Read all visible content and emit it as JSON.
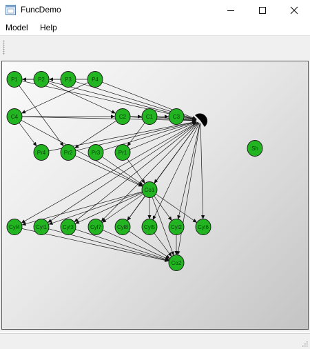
{
  "window": {
    "title": "FuncDemo",
    "icons": [
      "app-window-icon",
      "minimize-icon",
      "maximize-icon",
      "close-icon"
    ]
  },
  "menu": {
    "items": [
      {
        "label": "Model"
      },
      {
        "label": "Help"
      }
    ]
  },
  "graph": {
    "node_color": "#22b521",
    "nodes": [
      {
        "id": "P1",
        "label": "P1"
      },
      {
        "id": "P2",
        "label": "P2"
      },
      {
        "id": "P3",
        "label": "P3"
      },
      {
        "id": "P4",
        "label": "P4"
      },
      {
        "id": "C4",
        "label": "C4"
      },
      {
        "id": "C2",
        "label": "C2"
      },
      {
        "id": "C1",
        "label": "C1"
      },
      {
        "id": "C3",
        "label": "C3"
      },
      {
        "id": "Pr4",
        "label": "Pr4"
      },
      {
        "id": "Pr2",
        "label": "Pr2"
      },
      {
        "id": "Pr3",
        "label": "Pr3"
      },
      {
        "id": "Pr1",
        "label": "Pr1"
      },
      {
        "id": "Sh",
        "label": "Sh"
      },
      {
        "id": "Co1",
        "label": "Co1"
      },
      {
        "id": "Cyl4",
        "label": "Cyl4"
      },
      {
        "id": "Cyl1",
        "label": "Cyl1"
      },
      {
        "id": "Cyl3",
        "label": "Cyl3"
      },
      {
        "id": "Cyl7",
        "label": "Cyl7"
      },
      {
        "id": "Cyl8",
        "label": "Cyl8"
      },
      {
        "id": "Cyl5",
        "label": "Cyl5"
      },
      {
        "id": "Cyl2",
        "label": "Cyl2"
      },
      {
        "id": "Cyl6",
        "label": "Cyl6"
      },
      {
        "id": "Co2",
        "label": "Co2"
      },
      {
        "id": "Hub",
        "label": ""
      }
    ],
    "edges": [
      [
        "P1",
        "Hub"
      ],
      [
        "P2",
        "Hub"
      ],
      [
        "P3",
        "Hub"
      ],
      [
        "P4",
        "Hub"
      ],
      [
        "C4",
        "Hub"
      ],
      [
        "C2",
        "Hub"
      ],
      [
        "C1",
        "Hub"
      ],
      [
        "C3",
        "Hub"
      ],
      [
        "Pr4",
        "Hub"
      ],
      [
        "Pr2",
        "Hub"
      ],
      [
        "Pr3",
        "Hub"
      ],
      [
        "Pr1",
        "Hub"
      ],
      [
        "Hub",
        "Co1"
      ],
      [
        "Hub",
        "Cyl4"
      ],
      [
        "Hub",
        "Cyl1"
      ],
      [
        "Hub",
        "Cyl3"
      ],
      [
        "Hub",
        "Cyl7"
      ],
      [
        "Hub",
        "Cyl8"
      ],
      [
        "Hub",
        "Cyl5"
      ],
      [
        "Hub",
        "Cyl2"
      ],
      [
        "Hub",
        "Cyl6"
      ],
      [
        "Hub",
        "Co2"
      ],
      [
        "P2",
        "P1"
      ],
      [
        "P3",
        "P1"
      ],
      [
        "P4",
        "P2"
      ],
      [
        "P2",
        "C2"
      ],
      [
        "P4",
        "C4"
      ],
      [
        "C4",
        "C2"
      ],
      [
        "C2",
        "C1"
      ],
      [
        "C1",
        "C3"
      ],
      [
        "C4",
        "Pr4"
      ],
      [
        "P1",
        "Pr2"
      ],
      [
        "C2",
        "Pr2"
      ],
      [
        "C1",
        "Pr1"
      ],
      [
        "C4",
        "Co1"
      ],
      [
        "Pr2",
        "Co1"
      ],
      [
        "Pr3",
        "Co1"
      ],
      [
        "Pr1",
        "Co1"
      ],
      [
        "Co1",
        "Cyl4"
      ],
      [
        "Co1",
        "Cyl1"
      ],
      [
        "Co1",
        "Cyl3"
      ],
      [
        "Co1",
        "Cyl7"
      ],
      [
        "Co1",
        "Cyl8"
      ],
      [
        "Co1",
        "Cyl5"
      ],
      [
        "Co1",
        "Cyl2"
      ],
      [
        "Co1",
        "Cyl6"
      ],
      [
        "Co1",
        "Co2"
      ],
      [
        "Cyl4",
        "Co2"
      ],
      [
        "Cyl1",
        "Co2"
      ],
      [
        "Cyl3",
        "Co2"
      ],
      [
        "Cyl7",
        "Co2"
      ],
      [
        "Cyl8",
        "Co2"
      ],
      [
        "Cyl5",
        "Co2"
      ],
      [
        "Cyl2",
        "Co2"
      ]
    ]
  }
}
